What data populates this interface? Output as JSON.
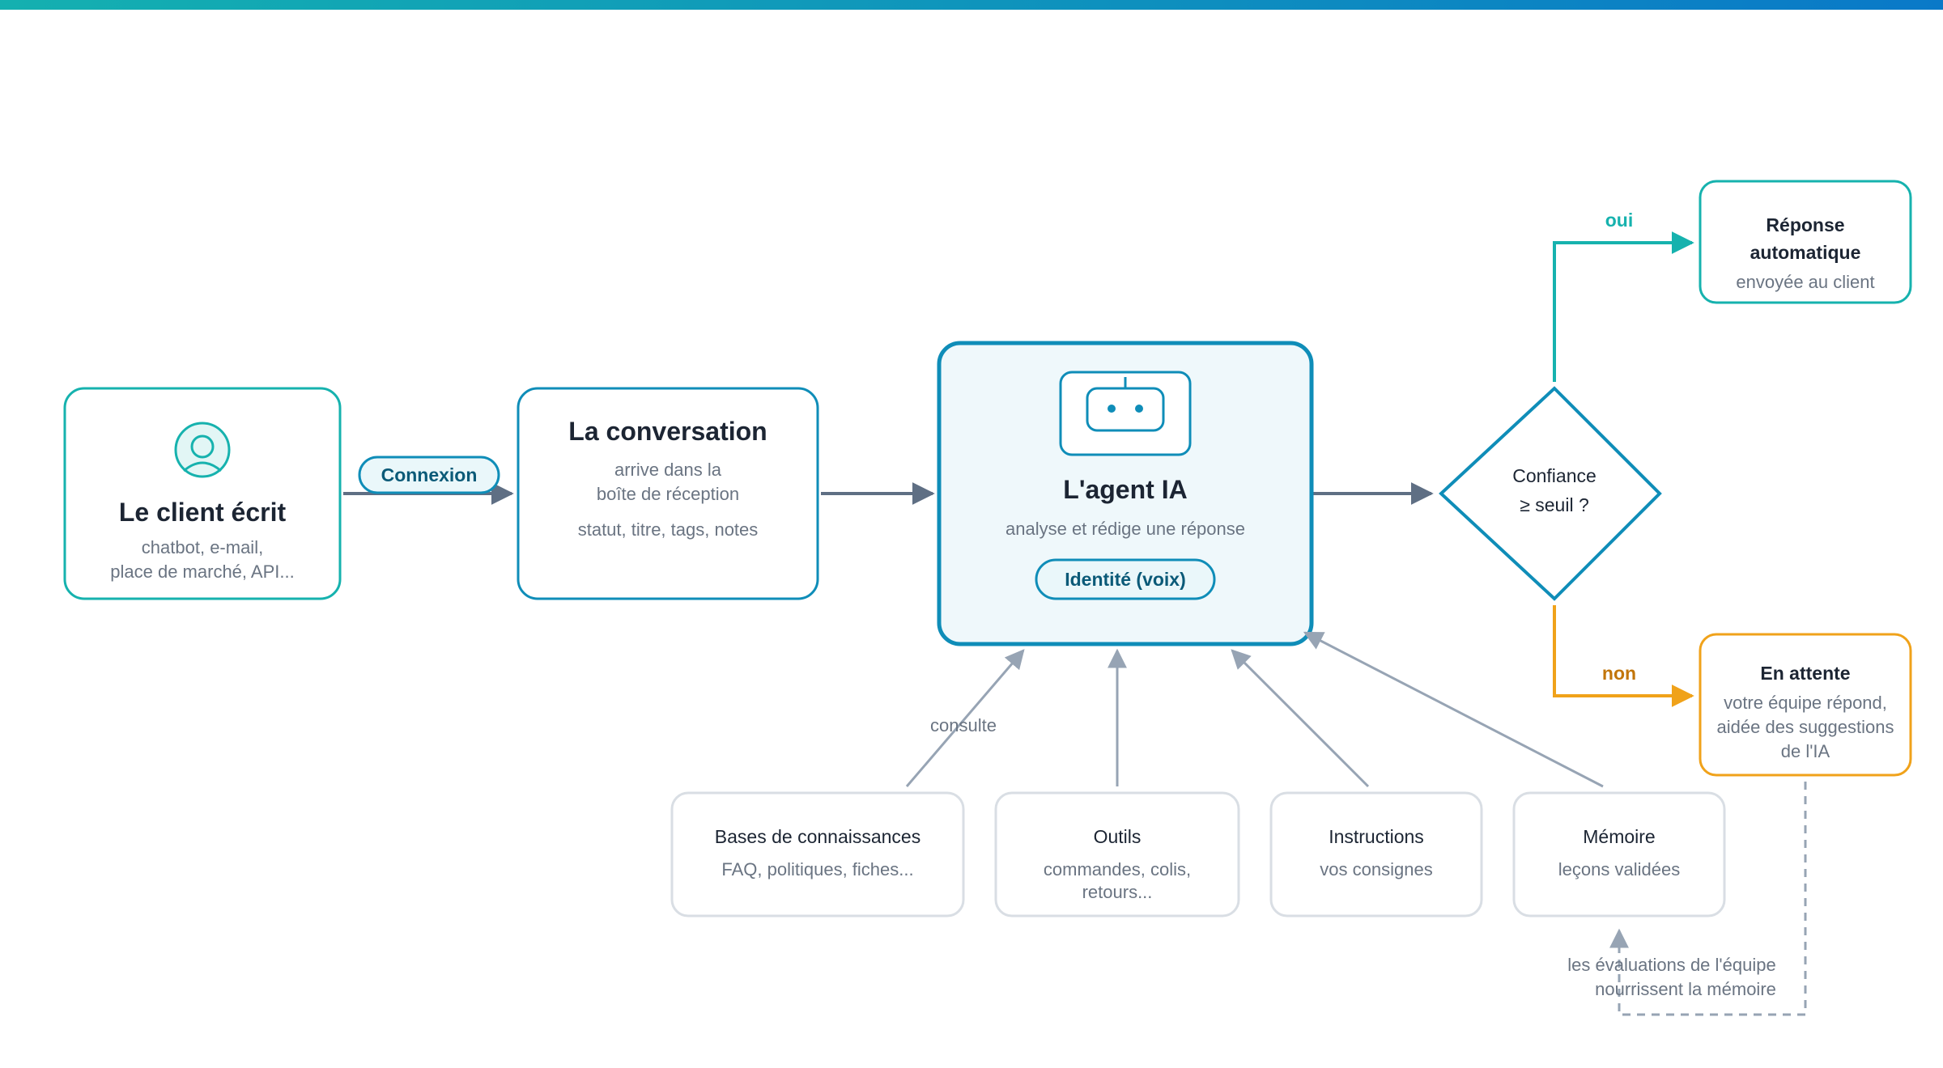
{
  "colors": {
    "teal": "#16b2ae",
    "blue": "#0f8db8",
    "dark_arrow": "#5f6f84",
    "grey_arrow": "#97a4b4",
    "orange": "#f0a21a",
    "grey_border": "#d9dee4",
    "agent_fill": "#eff8fb"
  },
  "client": {
    "icon": "user-circle-icon",
    "title": "Le client écrit",
    "line1": "chatbot, e-mail,",
    "line2": "place de marché, API..."
  },
  "connexion_label": "Connexion",
  "conversation": {
    "title": "La conversation",
    "line1": "arrive dans la",
    "line2": "boîte de réception",
    "line3": "statut, titre, tags, notes"
  },
  "agent": {
    "icon": "robot-icon",
    "title": "L'agent IA",
    "subtitle": "analyse et rédige une réponse",
    "identity_pill": "Identité (voix)"
  },
  "decision": {
    "line1": "Confiance",
    "line2": "≥ seuil ?"
  },
  "yes_label": "oui",
  "no_label": "non",
  "auto_reply": {
    "line1": "Réponse",
    "line2": "automatique",
    "line3": "envoyée au client"
  },
  "pending": {
    "title": "En attente",
    "line1": "votre équipe répond,",
    "line2": "aidée des suggestions",
    "line3": "de l'IA"
  },
  "consult_label": "consulte",
  "sources": [
    {
      "title": "Bases de connaissances",
      "line1": "FAQ, politiques, fiches..."
    },
    {
      "title": "Outils",
      "line1": "commandes, colis,",
      "line2": "retours..."
    },
    {
      "title": "Instructions",
      "line1": "vos consignes"
    },
    {
      "title": "Mémoire",
      "line1": "leçons validées"
    }
  ],
  "feedback_note": {
    "line1": "les évaluations de l'équipe",
    "line2": "nourrissent la mémoire"
  }
}
